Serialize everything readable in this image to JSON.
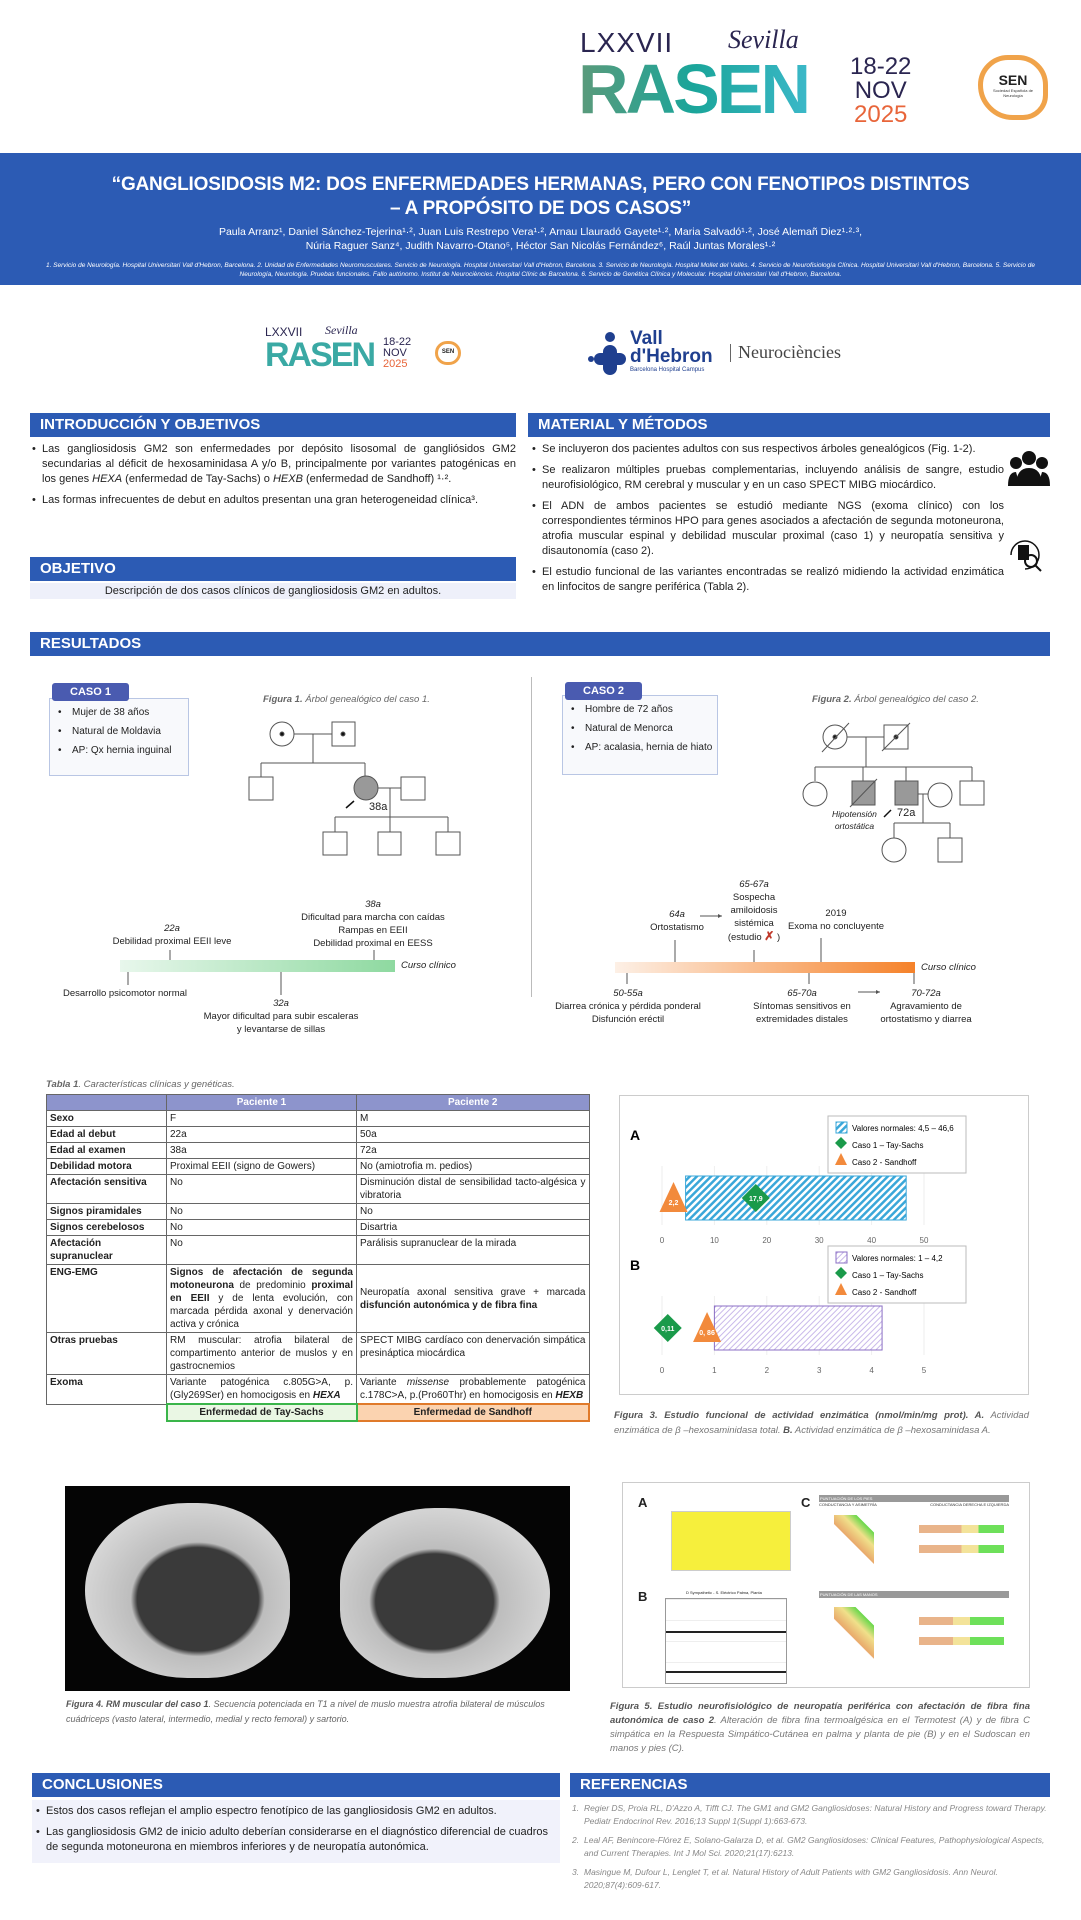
{
  "header": {
    "congress_logo": {
      "roman": "LXXVII",
      "city": "Sevilla",
      "name": "RASEN",
      "dates": "18-22",
      "month": "NOV",
      "year": "2025"
    },
    "sen_logo": "SEN",
    "sen_sub": "Sociedad Española de Neurología"
  },
  "banner": {
    "title_line1": "“GANGLIOSIDOSIS M2: DOS ENFERMEDADES HERMANAS, PERO CON FENOTIPOS DISTINTOS",
    "title_line2": "– A PROPÓSITO DE DOS CASOS”",
    "authors_line1": "Paula Arranz¹, Daniel Sánchez-Tejerina¹·², Juan Luis Restrepo Vera¹·², Arnau Llauradó Gayete¹·², Maria Salvadó¹·², José Alemañ Diez¹·²·³,",
    "authors_line2": "Núria Raguer Sanz⁴, Judith Navarro-Otano⁵, Héctor San Nicolás Fernández⁶, Raúl Juntas Morales¹·²",
    "affiliations": "1. Servicio de Neurología. Hospital Universitari Vall d'Hebron, Barcelona. 2. Unidad de Enfermedades Neuromusculares. Servicio de Neurología. Hospital Universitari Vall d'Hebron, Barcelona. 3. Servicio de Neurología. Hospital Mollet del Vallès. 4. Servicio de Neurofisiología Clínica. Hospital Universitari Vall d'Hebron, Barcelona. 5. Servicio de Neurología, Neurología. Pruebas funcionales. Fallo autónomo. Institut de Neurociències. Hospital Clínic de Barcelona. 6. Servicio de Genética Clínica y Molecular. Hospital Universitari Vall d'Hebron, Barcelona."
  },
  "logos": {
    "vh_line1": "Vall",
    "vh_line2": "d'Hebron",
    "vh_sub": "Barcelona Hospital Campus",
    "neuro": "Neurociències"
  },
  "intro": {
    "title": "INTRODUCCIÓN Y OBJETIVOS",
    "p1a": "Las gangliosidosis GM2 son enfermedades por depósito lisosomal de gangliósidos GM2 secundarias al déficit de hexosaminidasa A y/o B, principalmente por variantes patogénicas en los genes ",
    "gene1": "HEXA",
    "p1b": " (enfermedad de Tay-Sachs) o ",
    "gene2": "HEXB",
    "p1c": " (enfermedad de Sandhoff) ¹·².",
    "p2": "Las formas infrecuentes de debut en adultos presentan una gran heterogeneidad clínica³."
  },
  "objetivo": {
    "title": "OBJETIVO",
    "text": "Descripción de dos casos clínicos de gangliosidosis GM2 en adultos."
  },
  "methods": {
    "title": "MATERIAL Y MÉTODOS",
    "items": [
      "Se incluyeron dos pacientes adultos con sus respectivos árboles genealógicos (Fig. 1-2).",
      "Se realizaron múltiples pruebas complementarias, incluyendo análisis de sangre, estudio neurofisiológico, RM cerebral y muscular y en un caso SPECT MIBG miocárdico.",
      "El ADN de ambos pacientes se estudió mediante NGS (exoma clínico) con los correspondientes términos HPO para genes asociados a afectación de segunda motoneurona, atrofia muscular espinal y debilidad muscular proximal (caso 1) y neuropatía sensitiva y disautonomía (caso 2).",
      "El estudio funcional de las variantes encontradas se realizó midiendo la actividad enzimática en linfocitos de sangre periférica (Tabla 2)."
    ]
  },
  "results": {
    "title": "RESULTADOS"
  },
  "case1": {
    "tag": "CASO 1",
    "items": [
      "Mujer de 38 años",
      "Natural de Moldavia",
      "AP: Qx hernia inguinal"
    ],
    "fig_bold": "Figura 1.",
    "fig_text": " Árbol genealógico del caso 1.",
    "proband_age": "38a",
    "timeline": {
      "axis": "Curso clínico",
      "e1_age": "22a",
      "e1_text": "Debilidad proximal EEII leve",
      "e2_age": "38a",
      "e2_l1": "Dificultad para marcha con caídas",
      "e2_l2": "Rampas en EEII",
      "e2_l3": "Debilidad proximal en EESS",
      "e3_text": "Desarrollo psicomotor normal",
      "e4_age": "32a",
      "e4_l1": "Mayor dificultad para subir escaleras",
      "e4_l2": "y levantarse de sillas"
    }
  },
  "case2": {
    "tag": "CASO 2",
    "items": [
      "Hombre de 72 años",
      "Natural de Menorca",
      "AP: acalasia, hernia de hiato"
    ],
    "fig_bold": "Figura 2.",
    "fig_text": " Árbol genealógico del caso 2.",
    "proband_age": "72a",
    "sibling_l1": "Hipotensión",
    "sibling_l2": "ortostática",
    "timeline": {
      "axis": "Curso clínico",
      "e1_age": "64a",
      "e1_text": "Ortostatismo",
      "e2_age": "65-67a",
      "e2_l1": "Sospecha",
      "e2_l2": "amiloidosis",
      "e2_l3": "sistémica",
      "e2_l4a": "(estudio ",
      "e2_mark": "✗",
      "e2_l4b": " )",
      "e3_age": "2019",
      "e3_text": "Exoma no concluyente",
      "e4_age": "50-55a",
      "e4_l1": "Diarrea crónica y pérdida ponderal",
      "e4_l2": "Disfunción eréctil",
      "e5_age": "65-70a",
      "e5_l1": "Síntomas sensitivos en",
      "e5_l2": "extremidades distales",
      "e6_age": "70-72a",
      "e6_l1": "Agravamiento de",
      "e6_l2": "ortostatismo y diarrea"
    }
  },
  "table1": {
    "cap_bold": "Tabla 1",
    "cap_text": ". Características clínicas y genéticas.",
    "headers": [
      "",
      "Paciente 1",
      "Paciente 2"
    ],
    "rows": [
      [
        "Sexo",
        "F",
        "M"
      ],
      [
        "Edad al debut",
        "22a",
        "50a"
      ],
      [
        "Edad al examen",
        "38a",
        "72a"
      ],
      [
        "Debilidad motora",
        "Proximal EEII (signo de Gowers)",
        "No (amiotrofia m. pedios)"
      ],
      [
        "Afectación sensitiva",
        "No",
        "Disminución distal de sensibilidad tacto-algésica y vibratoria"
      ],
      [
        "Signos piramidales",
        "No",
        "No"
      ],
      [
        "Signos cerebelosos",
        "No",
        "Disartria"
      ],
      [
        "Afectación supranuclear",
        "No",
        "Parálisis supranuclear de la mirada"
      ]
    ],
    "engemg": {
      "label": "ENG-EMG",
      "p1_b1": "Signos de afectación de segunda motoneurona",
      "p1_t1": " de predominio ",
      "p1_b2": "proximal en EEII",
      "p1_t2": " y de lenta evolución, con marcada pérdida axonal y denervación activa y crónica",
      "p2_t1": "Neuropatía axonal sensitiva grave + marcada ",
      "p2_b1": "disfunción autonómica y de fibra fina"
    },
    "otras": [
      "Otras pruebas",
      "RM muscular: atrofia bilateral de compartimento anterior de muslos y en gastrocnemios",
      "SPECT MIBG cardíaco con denervación simpática presináptica miocárdica"
    ],
    "exoma": {
      "label": "Exoma",
      "p1_t": "Variante patogénica c.805G>A, p.(Gly269Ser) en homocigosis en ",
      "p1_g": "HEXA",
      "p2_t1": "Variante ",
      "p2_i": "missense",
      "p2_t2": " probablemente patogénica c.178C>A, p.(Pro60Thr) en homocigosis en ",
      "p2_g": "HEXB"
    },
    "dx1": "Enfermedad de Tay-Sachs",
    "dx2": "Enfermedad de Sandhoff"
  },
  "chart_data": [
    {
      "type": "range-bar+points",
      "panel": "A",
      "xlim": [
        0,
        50
      ],
      "xticks": [
        0,
        10,
        20,
        30,
        40,
        50
      ],
      "normal_range": [
        4.5,
        46.6
      ],
      "legend": [
        "Valores normales: 4,5 – 46,6",
        "Caso 1 – Tay-Sachs",
        "Caso 2 - Sandhoff"
      ],
      "points": [
        {
          "name": "Caso 1 – Tay-Sachs",
          "value": 17.9,
          "label": "17,9",
          "marker": "diamond"
        },
        {
          "name": "Caso 2 - Sandhoff",
          "value": 2.2,
          "label": "2,2",
          "marker": "triangle"
        }
      ],
      "legend_position": "top-right"
    },
    {
      "type": "range-bar+points",
      "panel": "B",
      "xlim": [
        0,
        5
      ],
      "xticks": [
        0,
        1,
        2,
        3,
        4,
        5
      ],
      "normal_range": [
        1,
        4.2
      ],
      "legend": [
        "Valores normales: 1 – 4,2",
        "Caso 1 – Tay-Sachs",
        "Caso 2 - Sandhoff"
      ],
      "points": [
        {
          "name": "Caso 1 – Tay-Sachs",
          "value": 0.11,
          "label": "0,11",
          "marker": "diamond"
        },
        {
          "name": "Caso 2 - Sandhoff",
          "value": 0.86,
          "label": "0, 86",
          "marker": "triangle"
        }
      ],
      "legend_position": "top-right"
    }
  ],
  "colors": {
    "brand": "#2c5bb4",
    "caso1": "#1a9a4a",
    "caso2": "#f28a3c",
    "rangeA": "#3aa7d9",
    "rangeB": "#8b6fc4"
  },
  "fig3": {
    "bold": "Figura 3. Estudio funcional de actividad enzimática (nmol/min/mg prot). A.",
    "t1": " Actividad enzimática de β –hexosaminidasa total. ",
    "b2": "B.",
    "t2": " Actividad enzimática de β –hexosaminidasa A."
  },
  "fig4": {
    "bold": "Figura 4. RM muscular del caso 1",
    "text": ". Secuencia potenciada en T1 a nivel de muslo muestra atrofia bilateral de músculos cuádriceps (vasto lateral, intermedio, medial  y recto femoral) y sartorio."
  },
  "fig5": {
    "panels": [
      "A",
      "B",
      "C"
    ],
    "b_title": "D Sympathetic - S. Eléctrico Palma, Planta",
    "c_feet": "PUNTUACIÓN DE LOS PIES",
    "c_hands": "PUNTUACIÓN DE LAS MANOS",
    "c_sub1": "CONDUCTANCIA Y ASIMETRÍA",
    "c_sub2": "CONDUCTANCIA DERECHA E IZQUIERDA",
    "bold": "Figura 5. Estudio neurofisiológico de neuropatía periférica con afectación de fibra fina autonómica de caso 2",
    "text": ". Alteración de fibra fina termoalgésica en el Termotest (A) y de fibra C simpática en la Respuesta Simpático-Cutánea en palma y planta de pie (B) y en el Sudoscan en manos y pies (C)."
  },
  "conclusions": {
    "title": "CONCLUSIONES",
    "items": [
      "Estos dos casos reflejan el amplio espectro fenotípico de las gangliosidosis GM2 en adultos.",
      "Las gangliosidosis GM2 de inicio adulto deberían considerarse en el diagnóstico diferencial de cuadros de segunda motoneurona en miembros inferiores y de neuropatía autonómica."
    ]
  },
  "references": {
    "title": "REFERENCIAS",
    "items": [
      {
        "n": "1.",
        "t": "Regier DS, Proia RL, D'Azzo A, Tifft CJ. The GM1 and GM2 Gangliosidoses: Natural History and Progress toward Therapy. Pediatr Endocrinol Rev. 2016;13 Suppl 1(Suppl 1):663-673."
      },
      {
        "n": "2.",
        "t": "Leal AF, Benincore-Flórez E, Solano-Galarza D, et al. GM2 Gangliosidoses: Clinical Features, Pathophysiological Aspects, and Current Therapies. Int J Mol Sci. 2020;21(17):6213."
      },
      {
        "n": "3.",
        "t": "Masingue M, Dufour L, Lenglet T, et al. Natural History of Adult Patients with GM2 Gangliosidosis. Ann Neurol. 2020;87(4):609-617."
      }
    ]
  }
}
